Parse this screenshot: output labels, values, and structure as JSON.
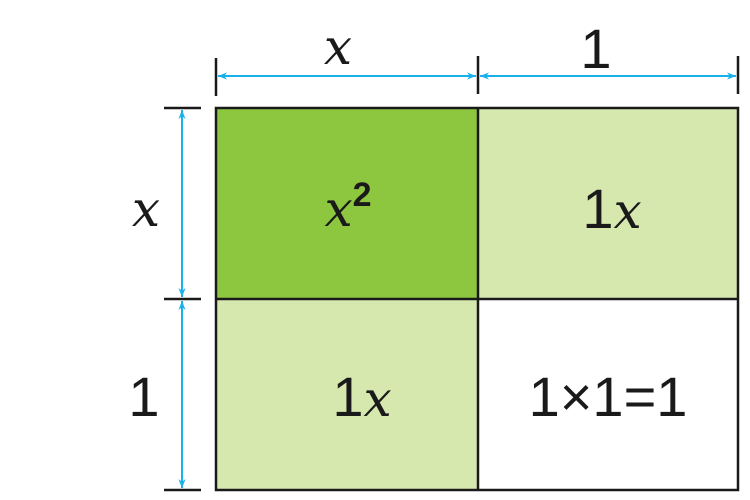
{
  "colors": {
    "square": "#8dc63f",
    "strip": "#d7e8af",
    "unit": "#ffffff",
    "dimension": "#1ab0ec",
    "stroke": "#1a1a1a"
  },
  "top_labels": {
    "left": "x",
    "right": "1"
  },
  "side_labels": {
    "top": "x",
    "bottom": "1"
  },
  "cells": {
    "top_left": {
      "base": "x",
      "exp": "2"
    },
    "top_right": {
      "coef": "1",
      "var": "x"
    },
    "bottom_left": {
      "coef": "1",
      "var": "x"
    },
    "bottom_right": "1×1=1"
  }
}
